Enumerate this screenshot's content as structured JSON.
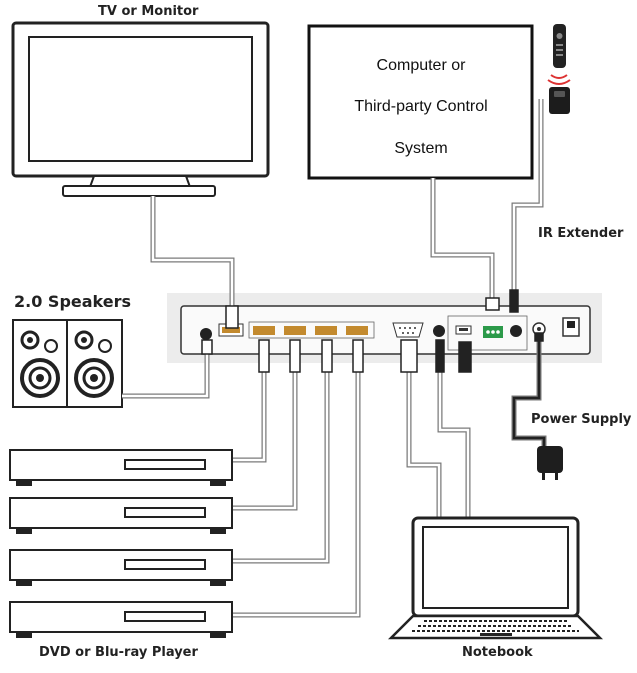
{
  "labels": {
    "tv": "TV or Monitor",
    "control_line1": "Computer or",
    "control_line2": "Third-party Control",
    "control_line3": "System",
    "ir_extender": "IR Extender",
    "speakers": "2.0 Speakers",
    "power_supply": "Power Supply",
    "players": "DVD or Blu-ray Player",
    "notebook": "Notebook"
  }
}
